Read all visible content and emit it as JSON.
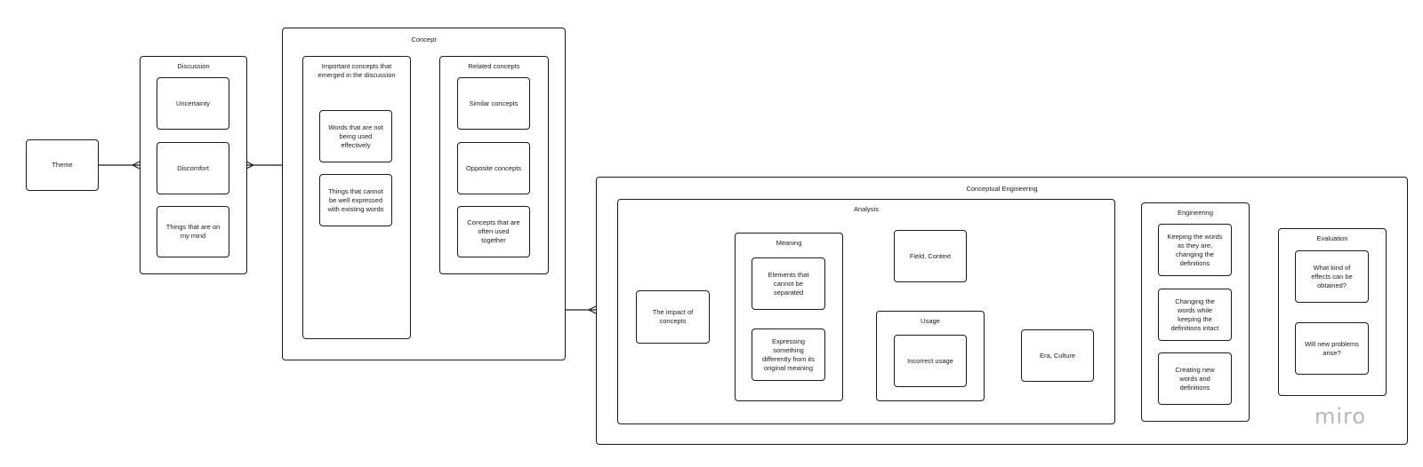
{
  "theme": {
    "label": "Theme"
  },
  "discussion": {
    "title": "Discussion",
    "items": [
      "Uncertainty",
      "Discomfort",
      "Things that are on my mind"
    ]
  },
  "concept": {
    "title": "Concept",
    "important": {
      "title": "Important concepts that emerged in the discussion",
      "items": [
        "Words that are not being used effectively",
        "Things that cannot be well expressed with existing words"
      ]
    },
    "related": {
      "title": "Related concepts",
      "items": [
        "Similar concepts",
        "Opposite concepts",
        "Concepts that are often used together"
      ]
    }
  },
  "conceptual_engineering": {
    "title": "Conceptual Engineering",
    "analysis": {
      "title": "Analysis",
      "impact": "The impact of concepts",
      "meaning": {
        "title": "Meaning",
        "items": [
          "Elements that cannot be separated",
          "Expressing something differently from its original meaning"
        ]
      },
      "field_context": "Field, Context",
      "usage": {
        "title": "Usage",
        "items": [
          "Incorrect usage"
        ]
      },
      "era_culture": "Era, Culture"
    },
    "engineering": {
      "title": "Engineering",
      "items": [
        "Keeping the words as they are, changing the definitions",
        "Changing the words while keeping the definitions intact",
        "Creating new words and definitions"
      ]
    },
    "evaluation": {
      "title": "Evaluation",
      "items": [
        "What kind of effects can be obtained?",
        "Will new problems arise?"
      ]
    }
  },
  "logo": "miro"
}
